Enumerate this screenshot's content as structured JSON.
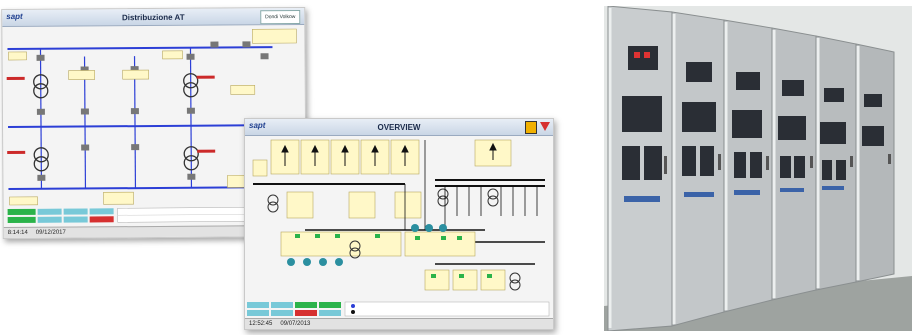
{
  "screen_a": {
    "brand": "sapt",
    "title": "Distribuzione AT",
    "company_badge": "Dondi Volkow",
    "time": "8:14:14",
    "date": "09/12/2017"
  },
  "screen_b": {
    "brand": "sapt",
    "title": "OVERVIEW",
    "time": "12:52:45",
    "date": "09/07/2013"
  },
  "colors": {
    "busbar_blue": "#2c3fd6",
    "busbar_black": "#111111",
    "yellow_box": "#fff8c8",
    "green_btn": "#2bb34a",
    "red_btn": "#d63030",
    "cabinet_grey": "#c8ccce"
  }
}
